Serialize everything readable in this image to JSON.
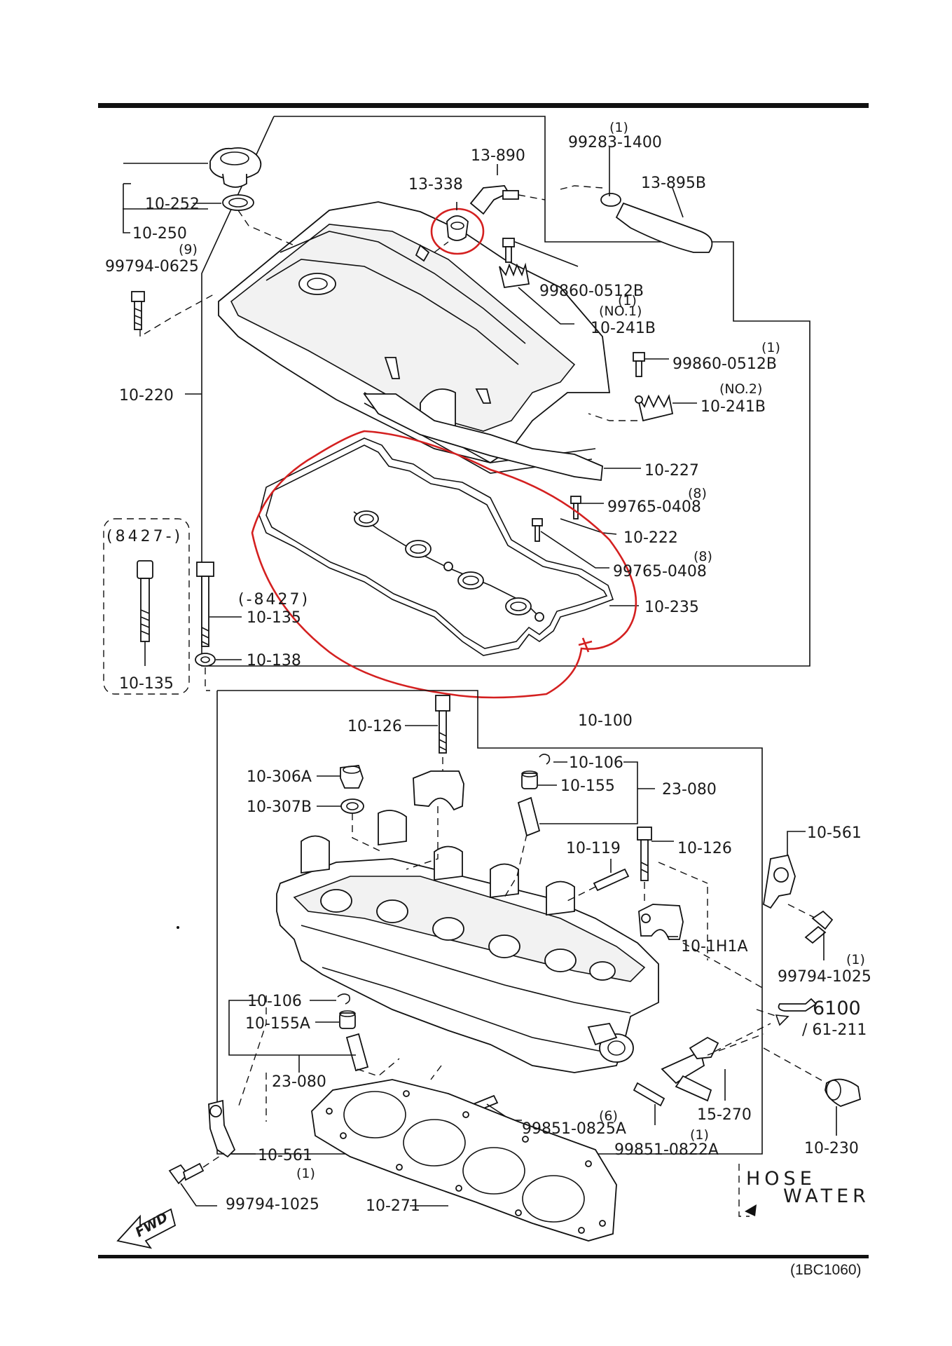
{
  "diagram": {
    "code": "(1BC1060)",
    "fwd_label": "FWD",
    "hose_label": "HOSE",
    "water_label": "WATER",
    "ref_page_label": "6100",
    "ref_sub_label": "/ 61-211",
    "highlight_color": "#d42020"
  },
  "labels": {
    "p10_252": "10-252",
    "p10_250": "10-250",
    "q9": "(9)",
    "p99794_0625": "99794-0625",
    "p13_890": "13-890",
    "p13_338": "13-338",
    "q1_a": "(1)",
    "p99283_1400": "99283-1400",
    "p13_895b": "13-895B",
    "q1_b": "(1)",
    "p99860_0512b_a": "99860-0512B",
    "no1": "(NO.1)",
    "p10_241b_a": "10-241B",
    "q1_c": "(1)",
    "p99860_0512b_b": "99860-0512B",
    "no2": "(NO.2)",
    "p10_241b_b": "10-241B",
    "p10_220": "10-220",
    "p10_227": "10-227",
    "q8_a": "(8)",
    "p99765_0408_a": "99765-0408",
    "p10_222": "10-222",
    "q8_b": "(8)",
    "p99765_0408_b": "99765-0408",
    "p10_235": "10-235",
    "serial_box": "(8427-)",
    "serial_minus": "(-8427)",
    "p10_135_a": "10-135",
    "p10_135_b": "10-135",
    "p10_138": "10-138",
    "p10_126_a": "10-126",
    "p10_100": "10-100",
    "p10_106_a": "10-106",
    "p10_155": "10-155",
    "p23_080_a": "23-080",
    "p10_306a": "10-306A",
    "p10_307b": "10-307B",
    "p10_119": "10-119",
    "p10_126_b": "10-126",
    "p10_561_a": "10-561",
    "p10_1h1a": "10-1H1A",
    "q1_d": "(1)",
    "p99794_1025_a": "99794-1025",
    "p10_106_b": "10-106",
    "p10_155a": "10-155A",
    "p23_080_b": "23-080",
    "q6": "(6)",
    "p99851_0825a": "99851-0825A",
    "q1_e": "(1)",
    "p99851_0822a": "99851-0822A",
    "p15_270": "15-270",
    "p10_230": "10-230",
    "p10_561_b": "10-561",
    "q1_f": "(1)",
    "p99794_1025_b": "99794-1025",
    "p10_271": "10-271"
  }
}
